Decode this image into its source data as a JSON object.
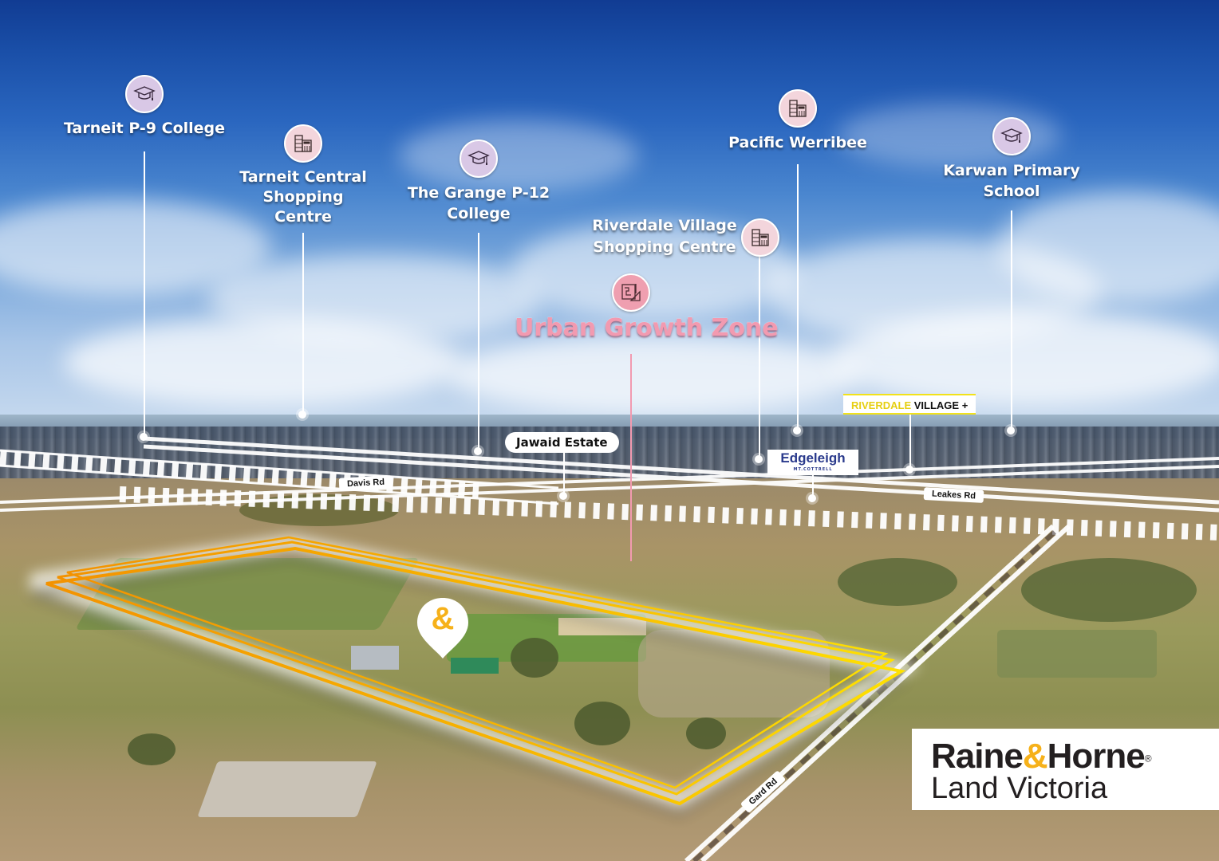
{
  "scene": {
    "type": "aerial-property-map",
    "sky_top_color": "#113c93",
    "sky_horizon_color": "#c9dbef"
  },
  "points_of_interest": [
    {
      "id": "tarneit-p9",
      "category": "school",
      "icon": "graduation-cap-icon",
      "label_lines": [
        "Tarneit P-9 College"
      ]
    },
    {
      "id": "tarneit-central",
      "category": "shopping",
      "icon": "mall-building-icon",
      "label_lines": [
        "Tarneit Central",
        "Shopping",
        "Centre"
      ]
    },
    {
      "id": "grange",
      "category": "school",
      "icon": "graduation-cap-icon",
      "label_lines": [
        "The Grange P-12",
        "College"
      ]
    },
    {
      "id": "riverdale-shopping",
      "category": "shopping",
      "icon": "mall-building-icon",
      "label_lines": [
        "Riverdale Village",
        "Shopping Centre"
      ]
    },
    {
      "id": "pacific-werribee",
      "category": "shopping",
      "icon": "mall-building-icon",
      "label_lines": [
        "Pacific Werribee"
      ]
    },
    {
      "id": "karwan",
      "category": "school",
      "icon": "graduation-cap-icon",
      "label_lines": [
        "Karwan Primary",
        "School"
      ]
    }
  ],
  "zone": {
    "label": "Urban Growth Zone",
    "icon": "urban-planning-icon",
    "color": "#f29ab0"
  },
  "estates": [
    {
      "id": "jawaid",
      "label": "Jawaid Estate"
    },
    {
      "id": "edgeleigh",
      "label": "Edgeleigh",
      "sublabel": "MT.COTTRELL",
      "color": "#2a3a8c"
    },
    {
      "id": "riverdale-village",
      "label_part1": "RIVERDALE",
      "label_part2": "VILLAGE +",
      "accent": "#f2e21a"
    }
  ],
  "roads": [
    {
      "id": "davis",
      "label": "Davis Rd"
    },
    {
      "id": "leakes",
      "label": "Leakes Rd"
    },
    {
      "id": "gard",
      "label": "Gard Rd"
    }
  ],
  "property": {
    "outline_colors": [
      "#f39200",
      "#ffd500"
    ],
    "marker_icon": "ampersand-pin-icon",
    "marker_glyph": "&",
    "marker_color": "#f6b11a"
  },
  "brand": {
    "name_part1": "Raine",
    "name_amp": "&",
    "name_part2": "Horne",
    "registered": "®",
    "subtitle": "Land Victoria",
    "amp_color": "#f6b11a"
  }
}
